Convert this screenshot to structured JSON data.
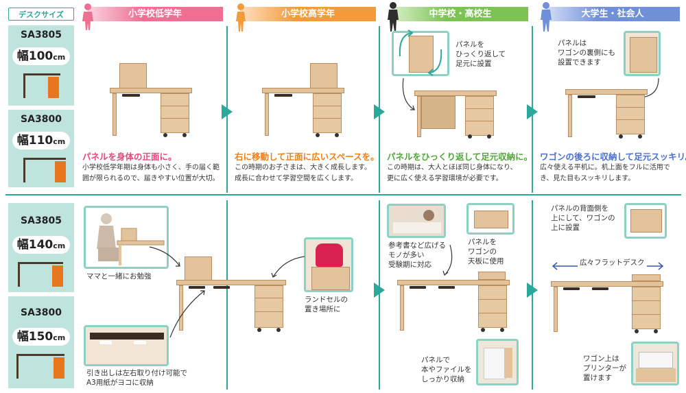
{
  "sidebar": {
    "tag": "デスクサイズ",
    "models": [
      {
        "name": "SA3805",
        "width_num": "100",
        "unit": "cm",
        "label": "幅"
      },
      {
        "name": "SA3800",
        "width_num": "110",
        "unit": "cm",
        "label": "幅"
      },
      {
        "name": "SA3805",
        "width_num": "140",
        "unit": "cm",
        "label": "幅"
      },
      {
        "name": "SA3800",
        "width_num": "150",
        "unit": "cm",
        "label": "幅"
      }
    ]
  },
  "stages": [
    {
      "label": "小学校低学年",
      "color": "#ef6f93"
    },
    {
      "label": "小学校高学年",
      "color": "#f39a3b"
    },
    {
      "label": "中学校・高校生",
      "color": "#7cc354"
    },
    {
      "label": "大学生・社会人",
      "color": "#6f8fd9"
    }
  ],
  "colors": {
    "teal": "#2aa89a",
    "wagon_orange": "#e8761e",
    "headline_pink": "#e8467a",
    "headline_orange": "#ef7e17",
    "headline_green": "#51a53c",
    "headline_blue": "#4a6fcf"
  },
  "top": {
    "c1": {
      "headline": "パネルを身体の正面に。",
      "desc1": "小学校低学年期は身体も小さく、手の届く範",
      "desc2": "囲が限られるので、届きやすい位置が大切。"
    },
    "c2": {
      "headline": "右に移動して正面に広いスペースを。",
      "desc1": "この時期のお子さまは、大きく成長します。",
      "desc2": "成長に合わせて学習空間を広くします。"
    },
    "c3": {
      "headline": "パネルをひっくり返して足元収納に。",
      "desc1": "この時期は、大人とほぼ同じ身体になり、",
      "desc2": "更に広く使える学習環境が必要です。",
      "note1": "パネルを",
      "note2": "ひっくり返して",
      "note3": "足元に設置"
    },
    "c4": {
      "headline": "ワゴンの後ろに収納して足元スッキリ。",
      "desc1": "広々使える平机に。机上面をフルに活用で",
      "desc2": "き、見た目もスッキリします。",
      "note1": "パネルは",
      "note2": "ワゴンの裏側にも",
      "note3": "設置できます"
    }
  },
  "bottom": {
    "c1": {
      "mama": "ママと一緒にお勉強",
      "draw1": "引き出しは左右取り付け可能で",
      "draw2": "A3用紙がヨコに収納"
    },
    "c2": {
      "rand1": "ランドセルの",
      "rand2": "置き場所に"
    },
    "c3": {
      "ref1": "参考書など広げる",
      "ref2": "モノが多い",
      "ref3": "受験期に対応",
      "pan1": "パネルを",
      "pan2": "ワゴンの",
      "pan3": "天板に使用",
      "book1": "パネルで",
      "book2": "本やファイルを",
      "book3": "しっかり収納"
    },
    "c4": {
      "back1": "パネルの背面側を",
      "back2": "上にして、ワゴンの",
      "back3": "上に設置",
      "flat": "広々フラットデスク",
      "prn1": "ワゴン上は",
      "prn2": "プリンターが",
      "prn3": "置けます"
    }
  }
}
